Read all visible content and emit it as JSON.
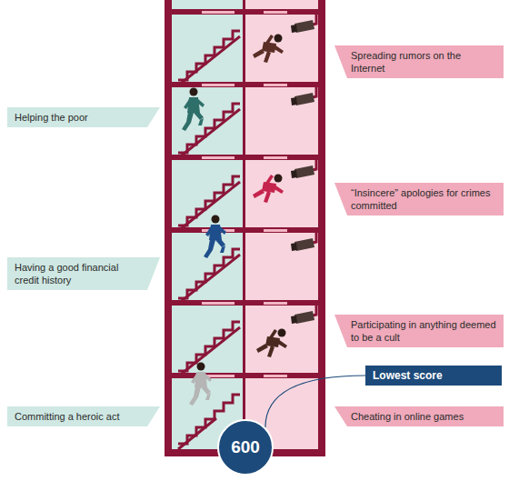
{
  "diagram": {
    "nodes": [
      {
        "text": [
          "Spreading rumors on the Internet"
        ]
      },
      {
        "text": [
          "Helping the poor"
        ]
      },
      {
        "text": [
          "“Insincere” apologies for crimes committed"
        ]
      },
      {
        "text": [
          "Having a good financial credit history"
        ]
      },
      {
        "text": [
          "Participating in anything deemed to be a cult"
        ]
      },
      {
        "text": [
          "Lowest score"
        ]
      },
      {
        "text": [
          "Committing a heroic act"
        ]
      },
      {
        "text": [
          "Cheating in online games"
        ]
      },
      {
        "text": [
          "600"
        ]
      }
    ],
    "edges": [
      {
        "from": 5,
        "to": 8,
        "arrow": "none"
      }
    ]
  }
}
